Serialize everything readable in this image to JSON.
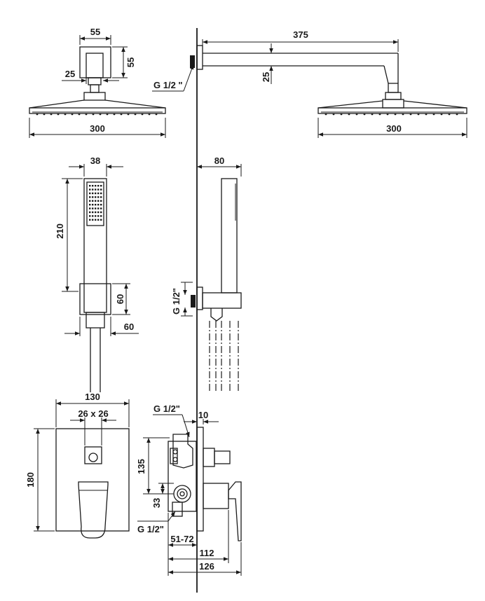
{
  "labels": {
    "head_side_width": "55",
    "head_side_height": "55",
    "head_side_depth": "25",
    "head_left_width": "300",
    "arm_length": "375",
    "arm_drop": "25",
    "arm_thread": "G 1/2 \"",
    "head_right_width": "300",
    "hand_width": "38",
    "hand_length": "210",
    "holder_height": "60",
    "holder_width": "60",
    "bracket_depth": "80",
    "bracket_thread": "G 1/2\"",
    "plate_width": "130",
    "plate_opening": "26 x 26",
    "plate_height": "180",
    "valve_thread_top": "G 1/2\"",
    "valve_offset": "10",
    "valve_height": "135",
    "valve_spacing": "33",
    "valve_thread_bottom": "G 1/2\"",
    "valve_depth_range": "51-72",
    "valve_depth_112": "112",
    "valve_depth_126": "126"
  }
}
